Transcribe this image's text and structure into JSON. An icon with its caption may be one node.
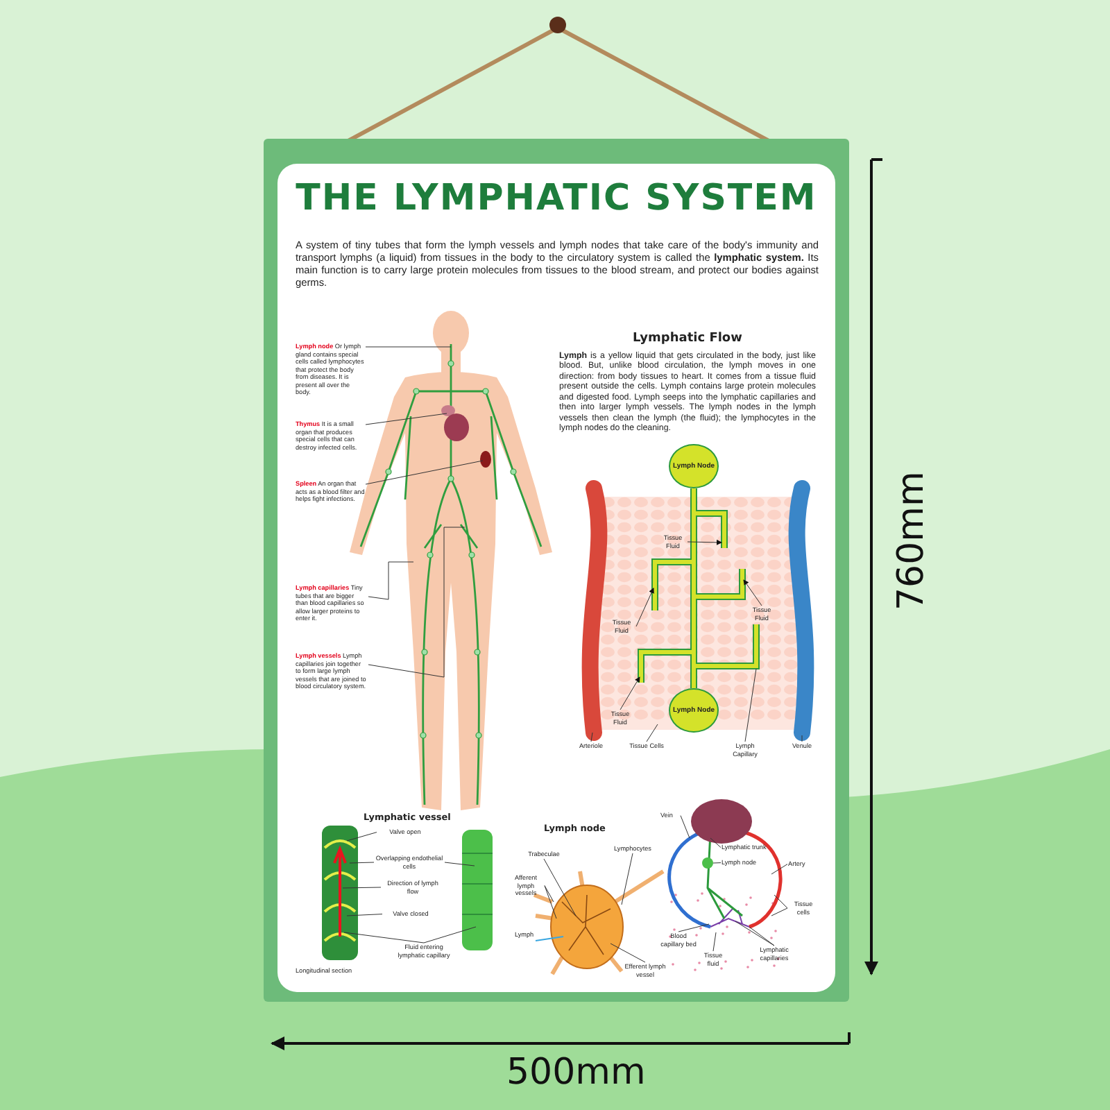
{
  "diagram": {
    "title": "THE LYMPHATIC SYSTEM",
    "nodes": [
      {
        "text": [
          "**Lymph node** Or lymph gland contains special cells called lymphocytes that protect the body from diseases. It is present all over the body."
        ]
      },
      {
        "text": [
          "**Thymus** It is a small organ that produces special cells that can destroy infected cells."
        ]
      },
      {
        "text": [
          "**Spleen** An organ that acts as a blood filter and helps fight infections."
        ]
      },
      {
        "text": [
          "**Lymph capillaries** Tiny tubes that are bigger than blood capillaries so allow larger proteins to enter it."
        ]
      },
      {
        "text": [
          "**Lymph vessels** Lymph capillaries join together to form large lymph vessels that are joined to blood circulatory system."
        ]
      },
      {
        "text": [
          "Lymph Node"
        ]
      },
      {
        "text": [
          "Tissue Fluid"
        ]
      },
      {
        "text": [
          "Tissue Fluid"
        ]
      },
      {
        "text": [
          "Tissue Fluid"
        ]
      },
      {
        "text": [
          "Tissue Fluid"
        ]
      },
      {
        "text": [
          "Lymph Node"
        ]
      },
      {
        "text": [
          "Arteriole"
        ]
      },
      {
        "text": [
          "Tissue Cells"
        ]
      },
      {
        "text": [
          "Lymph Capillary"
        ]
      },
      {
        "text": [
          "Venule"
        ]
      },
      {
        "text": [
          "Valve open"
        ]
      },
      {
        "text": [
          "Overlapping endothelial cells"
        ]
      },
      {
        "text": [
          "Direction of lymph flow"
        ]
      },
      {
        "text": [
          "Valve closed"
        ]
      },
      {
        "text": [
          "Fluid entering lymphatic capillary"
        ]
      },
      {
        "text": [
          "Trabeculae"
        ]
      },
      {
        "text": [
          "Lymphocytes"
        ]
      },
      {
        "text": [
          "Afferent lymph vessels"
        ]
      },
      {
        "text": [
          "Efferent lymph vessel"
        ]
      },
      {
        "text": [
          "Vein"
        ]
      },
      {
        "text": [
          "Lymphatic trunk"
        ]
      },
      {
        "text": [
          "Lymph node"
        ]
      },
      {
        "text": [
          "Artery"
        ]
      },
      {
        "text": [
          "Tissue cells"
        ]
      },
      {
        "text": [
          "Blood capillary bed"
        ]
      },
      {
        "text": [
          "Tissue fluid"
        ]
      },
      {
        "text": [
          "Lymphatic capillaries"
        ]
      }
    ],
    "edges": [
      {
        "from": 0,
        "to": null,
        "arrow": "none"
      },
      {
        "from": 1,
        "to": null,
        "arrow": "none"
      },
      {
        "from": 2,
        "to": null,
        "arrow": "none"
      },
      {
        "from": 3,
        "to": null,
        "arrow": "none"
      },
      {
        "from": 4,
        "to": null,
        "arrow": "none"
      },
      {
        "from": 6,
        "to": null,
        "arrow": "to"
      },
      {
        "from": 7,
        "to": null,
        "arrow": "to"
      },
      {
        "from": 8,
        "to": null,
        "arrow": "to"
      },
      {
        "from": 9,
        "to": null,
        "arrow": "to"
      },
      {
        "from": 11,
        "to": null,
        "arrow": "none"
      },
      {
        "from": 12,
        "to": null,
        "arrow": "none"
      },
      {
        "from": 13,
        "to": null,
        "arrow": "none"
      },
      {
        "from": 14,
        "to": null,
        "arrow": "none"
      },
      {
        "from": 15,
        "to": null,
        "arrow": "none"
      },
      {
        "from": 16,
        "to": null,
        "arrow": "none"
      },
      {
        "from": 16,
        "to": null,
        "arrow": "none"
      },
      {
        "from": 17,
        "to": null,
        "arrow": "none"
      },
      {
        "from": 18,
        "to": null,
        "arrow": "none"
      },
      {
        "from": 19,
        "to": null,
        "arrow": "none"
      },
      {
        "from": 19,
        "to": null,
        "arrow": "none"
      },
      {
        "from": 20,
        "to": null,
        "arrow": "none"
      },
      {
        "from": 21,
        "to": null,
        "arrow": "none"
      },
      {
        "from": 22,
        "to": null,
        "arrow": "none"
      },
      {
        "from": 22,
        "to": null,
        "arrow": "none"
      },
      {
        "from": 23,
        "to": null,
        "arrow": "none"
      },
      {
        "from": 24,
        "to": null,
        "arrow": "none"
      },
      {
        "from": 25,
        "to": null,
        "arrow": "none"
      },
      {
        "from": 26,
        "to": null,
        "arrow": "none"
      },
      {
        "from": 27,
        "to": null,
        "arrow": "none"
      },
      {
        "from": 28,
        "to": null,
        "arrow": "none"
      },
      {
        "from": 28,
        "to": null,
        "arrow": "none"
      },
      {
        "from": 29,
        "to": null,
        "arrow": "none"
      },
      {
        "from": 30,
        "to": null,
        "arrow": "none"
      },
      {
        "from": 31,
        "to": null,
        "arrow": "none"
      },
      {
        "from": 31,
        "to": null,
        "arrow": "none"
      }
    ],
    "labels": [
      "A system of tiny tubes that form the lymph vessels and lymph nodes that take care of the body's immunity and transport lymphs (a liquid) from tissues in the body to the circulatory system is called the **lymphatic system.** Its main function is to carry large protein molecules from tissues to the blood stream, and protect our bodies against germs.",
      "Lymphatic Flow",
      "**Lymph** is a yellow liquid that gets circulated in the body, just like blood. But, unlike blood circulation, the lymph moves in one direction: from body tissues to heart. It comes from a tissue fluid present outside the cells. Lymph contains large protein molecules and digested food. Lymph seeps into the lymphatic capillaries and then into larger lymph vessels. The lymph nodes in the lymph vessels then clean the lymph (the fluid); the lymphocytes in the lymph nodes do the cleaning.",
      "Lymphatic vessel",
      "Longitudinal section",
      "Lymph node",
      "Lymph",
      "760mm",
      "500mm"
    ]
  }
}
